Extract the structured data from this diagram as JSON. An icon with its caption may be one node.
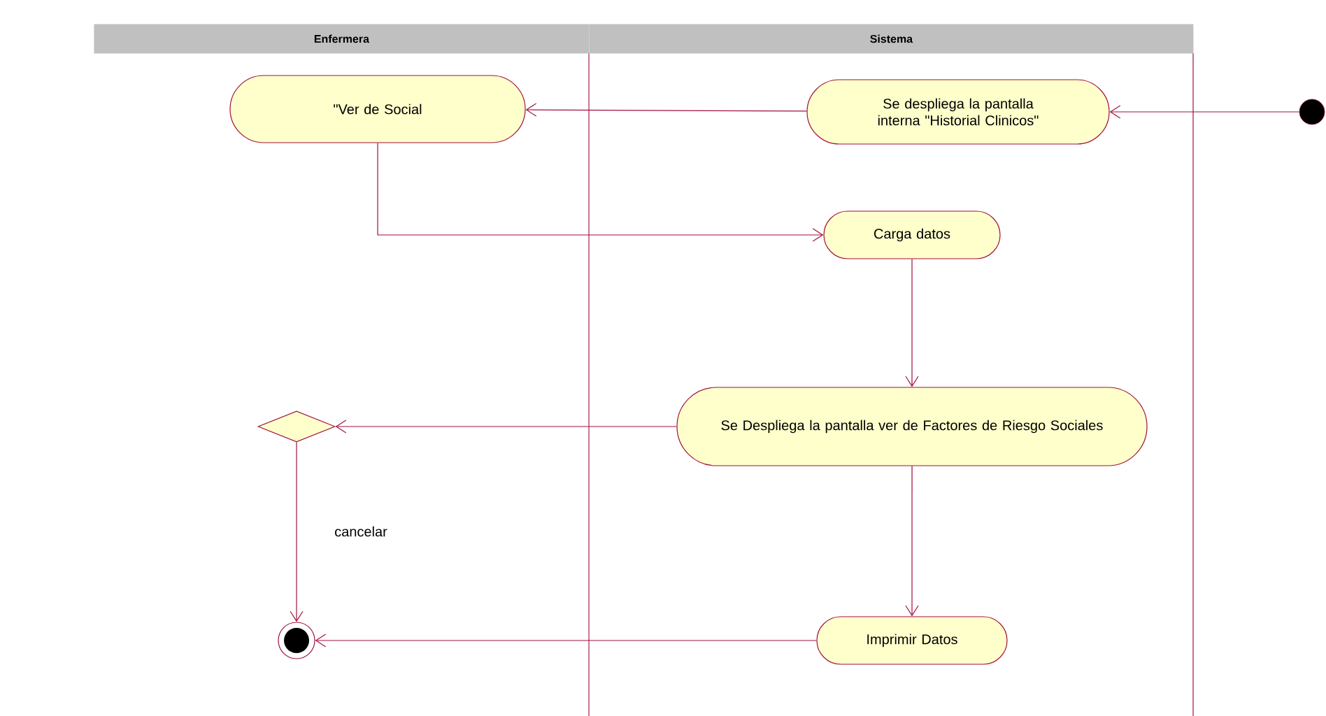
{
  "diagram": {
    "nodes": [
      {
        "text": [
          "Enfermera"
        ]
      },
      {
        "text": [
          "Sistema"
        ]
      },
      {
        "text": [
          "\"Ver de Social"
        ],
        "in": 0
      },
      {
        "text": [
          "Se despliega la pantalla interna \"Historial Clinicos\""
        ],
        "in": 1
      },
      {
        "text": [
          "Carga datos"
        ],
        "in": 1
      },
      {
        "text": [
          "Se Despliega la pantalla ver de Factores de Riesgo Sociales"
        ],
        "in": 1
      },
      {
        "text": [
          "Imprimir Datos"
        ],
        "in": 1
      },
      {
        "text": [],
        "shape": "diamond",
        "in": 0
      },
      {
        "text": [],
        "shape": "circle",
        "in": 0
      },
      {
        "text": [],
        "shape": "circle"
      }
    ],
    "edges": [
      {
        "from": 9,
        "to": 3,
        "arrow": "to"
      },
      {
        "from": 3,
        "to": 2,
        "arrow": "to"
      },
      {
        "from": 2,
        "to": 4,
        "arrow": "to"
      },
      {
        "from": 4,
        "to": 5,
        "arrow": "to"
      },
      {
        "from": 5,
        "to": 7,
        "arrow": "to"
      },
      {
        "from": 5,
        "to": 6,
        "arrow": "to"
      },
      {
        "from": 7,
        "to": 8,
        "arrow": "to",
        "label": "cancelar"
      },
      {
        "from": 6,
        "to": 8,
        "arrow": "to"
      }
    ]
  }
}
